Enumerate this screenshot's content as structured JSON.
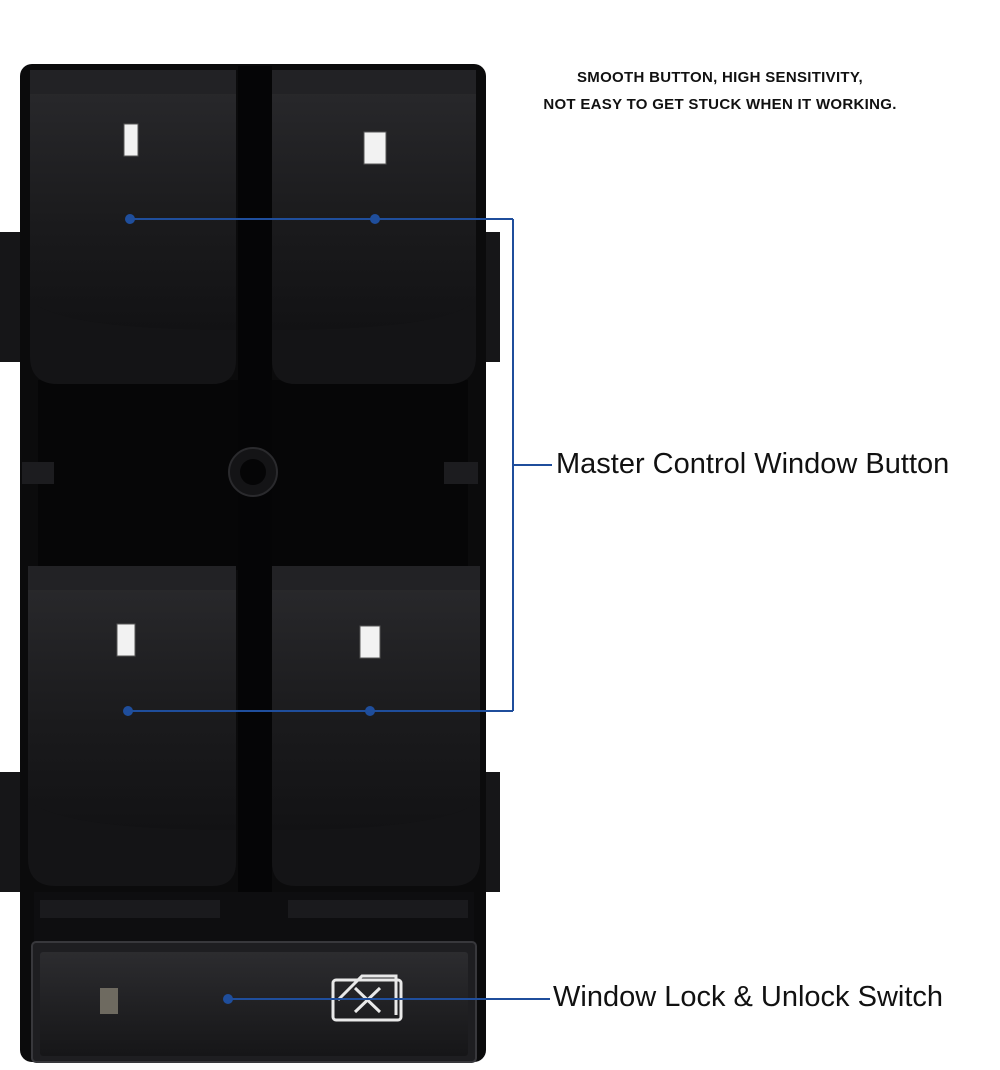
{
  "headline": {
    "line1": "SMOOTH BUTTON, HIGH SENSITIVITY,",
    "line2": "NOT EASY TO GET STUCK WHEN IT WORKING."
  },
  "callouts": {
    "master": "Master Control Window Button",
    "lock": "Window Lock & Unlock Switch"
  },
  "colors": {
    "callout_line": "#1f4e9c",
    "switch_body": "#0b0b0c",
    "button_face": "#1b1b1d",
    "indicator": "#f2f2f2"
  }
}
